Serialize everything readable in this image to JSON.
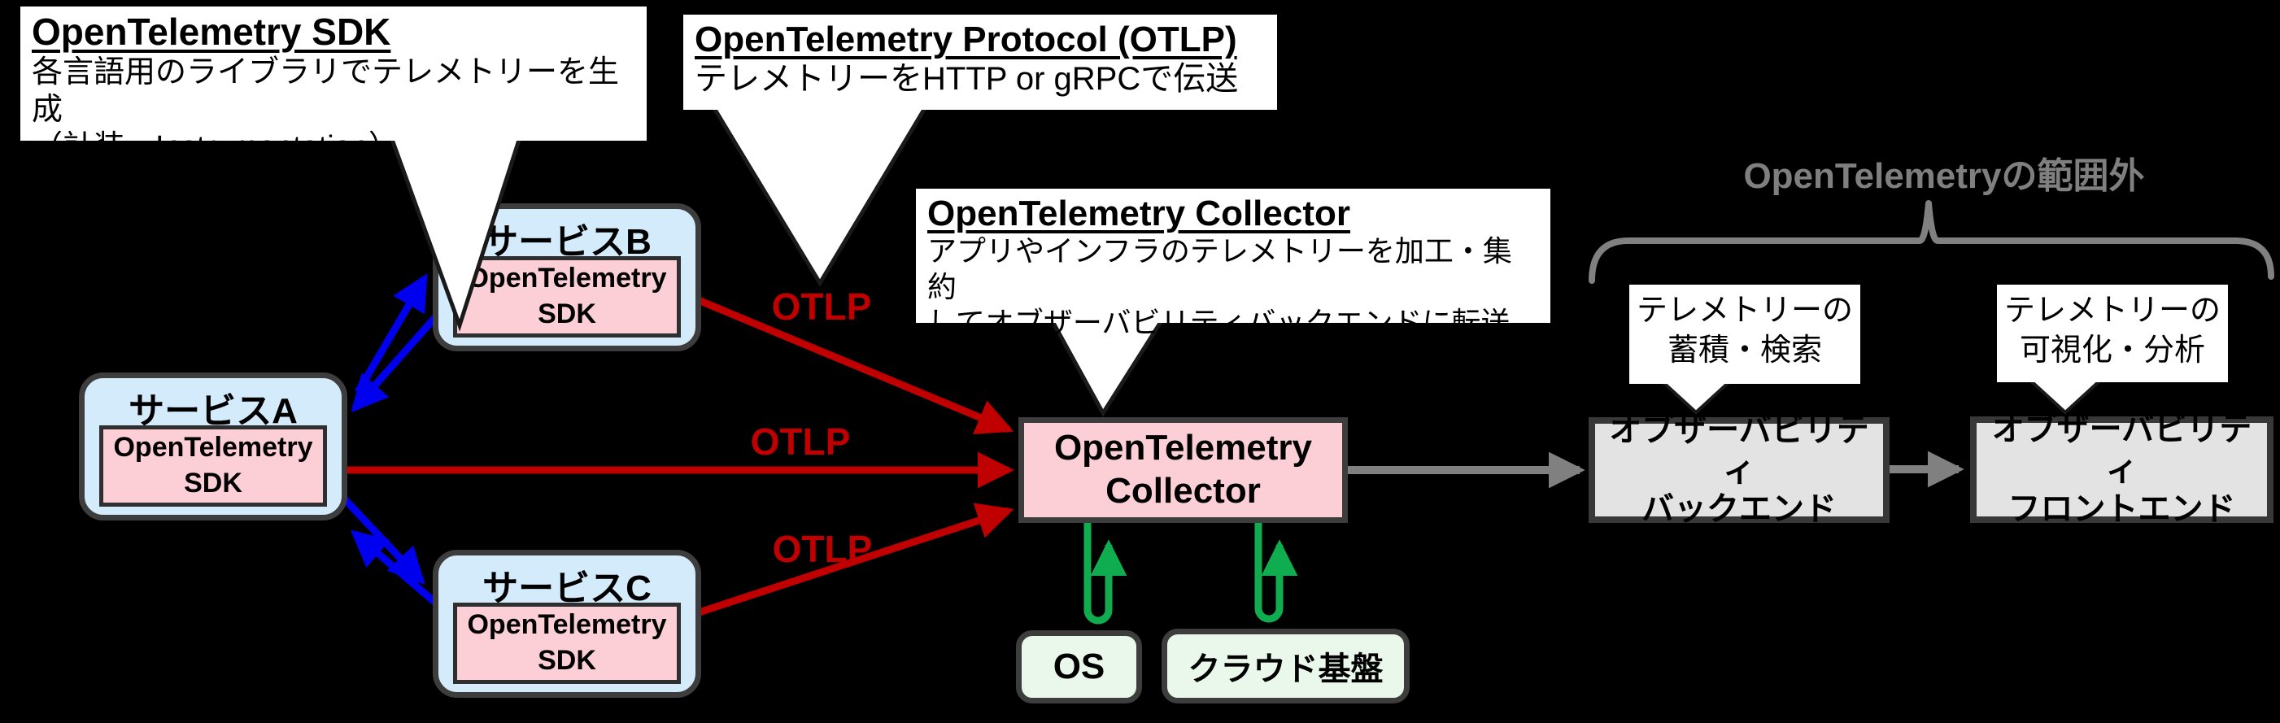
{
  "colors": {
    "background": "#000000",
    "otlp_arrow_red": "#C00000",
    "service_link_blue": "#0000EE",
    "pull_arrow_green": "#10AD50",
    "out_of_scope_gray": "#7F7F7F",
    "service_fill": "#D3EBFA",
    "sdk_fill": "#FBCFD5",
    "collector_fill": "#FBCFD5",
    "infra_fill": "#EAF7EB",
    "external_fill": "#E3E3E3"
  },
  "callouts": {
    "sdk": {
      "title": "OpenTelemetry SDK",
      "line1": "各言語用のライブラリでテレメトリーを生成",
      "line2": "（計装、Instrumentation）"
    },
    "otlp": {
      "title": "OpenTelemetry Protocol (OTLP)",
      "line1": "テレメトリーをHTTP or gRPCで伝送"
    },
    "collector": {
      "title": "OpenTelemetry Collector",
      "line1": "アプリやインフラのテレメトリーを加工・集約",
      "line2": "してオブザーバビリティバックエンドに転送"
    },
    "storage": {
      "line1": "テレメトリーの",
      "line2": "蓄積・検索"
    },
    "visualization": {
      "line1": "テレメトリーの",
      "line2": "可視化・分析"
    }
  },
  "nodes": {
    "service_a": {
      "title": "サービスA"
    },
    "service_b": {
      "title": "サービスB"
    },
    "service_c": {
      "title": "サービスC"
    },
    "sdk_inner": {
      "line1": "OpenTelemetry",
      "line2": "SDK"
    },
    "collector": {
      "line1": "OpenTelemetry",
      "line2": "Collector"
    },
    "os": {
      "label": "OS"
    },
    "cloud": {
      "label": "クラウド基盤"
    },
    "backend": {
      "line1": "オブザーバビリティ",
      "line2": "バックエンド"
    },
    "frontend": {
      "line1": "オブザーバビリティ",
      "line2": "フロントエンド"
    }
  },
  "labels": {
    "out_of_scope": "OpenTelemetryの範囲外",
    "otlp_arrows": [
      "OTLP",
      "OTLP",
      "OTLP"
    ]
  }
}
